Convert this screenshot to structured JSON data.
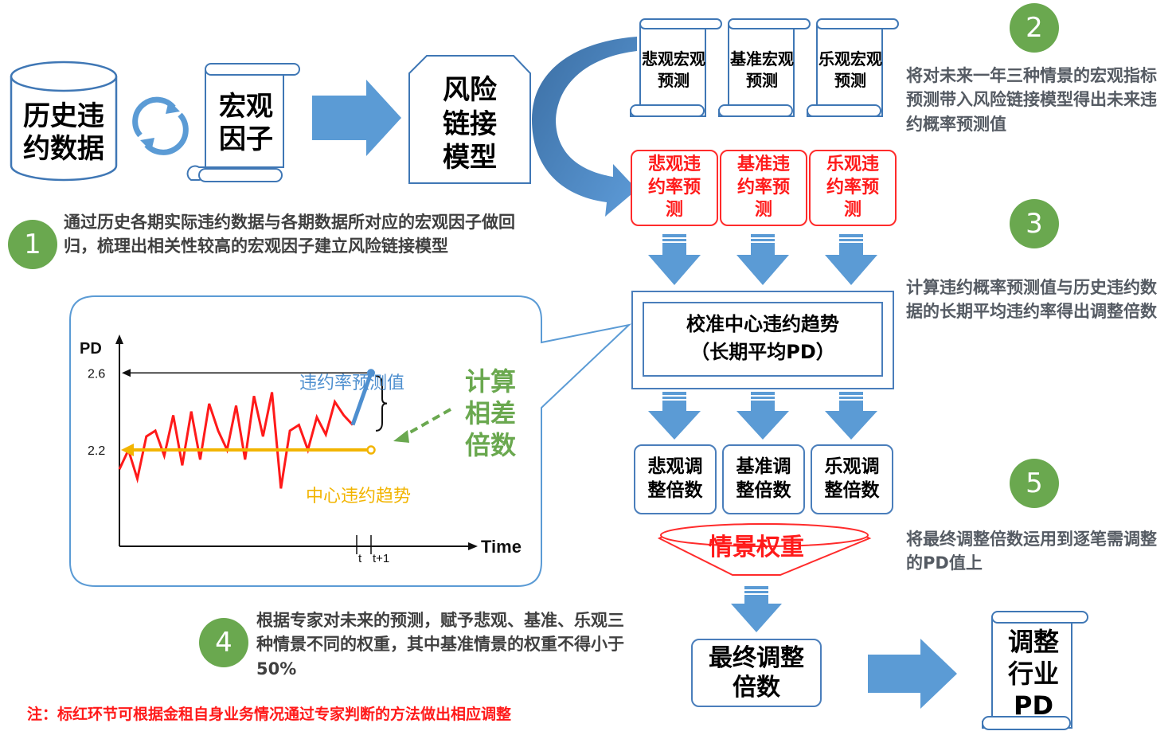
{
  "history_data": {
    "label": "历史违约数据"
  },
  "macro_factor": {
    "label": "宏观因子"
  },
  "risk_model": {
    "label": "风险链接模型"
  },
  "forecasts": [
    {
      "label": "悲观宏观预测"
    },
    {
      "label": "基准宏观预测"
    },
    {
      "label": "乐观宏观预测"
    }
  ],
  "pd_forecasts": [
    {
      "label": "悲观违约率预测"
    },
    {
      "label": "基准违约率预测"
    },
    {
      "label": "乐观违约率预测"
    }
  ],
  "calibration": {
    "line1": "校准中心违约趋势",
    "line2": "（长期平均PD）"
  },
  "multipliers": [
    {
      "label": "悲观调整倍数"
    },
    {
      "label": "基准调整倍数"
    },
    {
      "label": "乐观调整倍数"
    }
  ],
  "scenario_weight": {
    "label": "情景权重"
  },
  "final_multiplier": {
    "label": "最终调整倍数"
  },
  "adjusted_pd": {
    "label": "调整行业PD"
  },
  "steps": [
    {
      "number": "1",
      "text": "通过历史各期实际违约数据与各期数据所对应的宏观因子做回归，梳理出相关性较高的宏观因子建立风险链接模型"
    },
    {
      "number": "2",
      "text": "将对未来一年三种情景的宏观指标预测带入风险链接模型得出未来违约概率预测值"
    },
    {
      "number": "3",
      "text": "计算违约概率预测值与历史违约数据的长期平均违约率得出调整倍数"
    },
    {
      "number": "4",
      "text": "根据专家对未来的预测，赋予悲观、基准、乐观三种情景不同的权重，其中基准情景的权重不得小于50%"
    },
    {
      "number": "5",
      "text": "将最终调整倍数运用到逐笔需调整的PD值上"
    }
  ],
  "note": "注：标红环节可根据金租自身业务情况通过专家判断的方法做出相应调整",
  "chart_data": {
    "type": "line",
    "ylabel": "PD",
    "xlabel": "Time",
    "y_ticks": [
      "2.6",
      "2.2"
    ],
    "x_ticks": [
      "t",
      "t+1"
    ],
    "annotations": {
      "forecast": "违约率预测值",
      "central": "中心违约趋势",
      "multiplier": "计算相差倍数"
    },
    "series": [
      {
        "values": [
          2.1,
          2.2,
          2.05,
          2.27,
          2.3,
          2.17,
          2.38,
          2.12,
          2.4,
          2.15,
          2.44,
          2.3,
          2.2,
          2.43,
          2.15,
          2.48,
          2.27,
          2.5,
          2.0,
          2.3,
          2.33,
          2.2,
          2.37,
          2.28,
          2.45,
          2.38,
          2.33
        ]
      },
      {
        "values": [
          2.33,
          2.6
        ]
      }
    ],
    "central_value": 2.2,
    "forecast_value": 2.6,
    "colors": {
      "series": "#ff1a1a",
      "forecast": "#4e8fcf",
      "central": "#f2b400",
      "arrow": "#6aa84f"
    }
  }
}
